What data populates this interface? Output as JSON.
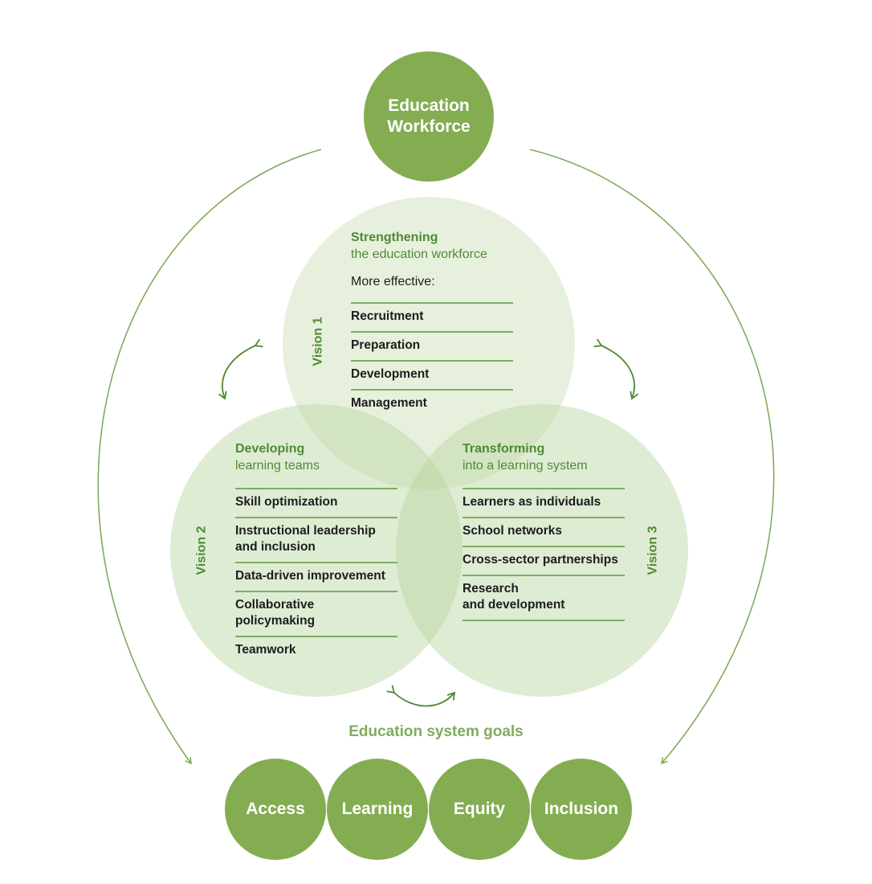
{
  "top_node": {
    "line1": "Education",
    "line2": "Workforce"
  },
  "vision1": {
    "label": "Vision 1",
    "title_bold": "Strengthening",
    "title_rest": "the education workforce",
    "intro": "More effective:",
    "items": [
      "Recruitment",
      "Preparation",
      "Development",
      "Management"
    ]
  },
  "vision2": {
    "label": "Vision 2",
    "title_bold": "Developing",
    "title_rest": "learning teams",
    "items": [
      [
        "Skill optimization"
      ],
      [
        "Instructional leadership",
        "and inclusion"
      ],
      [
        "Data-driven improvement"
      ],
      [
        "Collaborative",
        "policymaking"
      ],
      [
        "Teamwork"
      ]
    ]
  },
  "vision3": {
    "label": "Vision 3",
    "title_bold": "Transforming",
    "title_rest": "into a learning system",
    "items": [
      [
        "Learners as individuals"
      ],
      [
        "School networks"
      ],
      [
        "Cross-sector partnerships"
      ],
      [
        "Research",
        "and development"
      ]
    ]
  },
  "goals_title": "Education system goals",
  "goals": [
    "Access",
    "Learning",
    "Equity",
    "Inclusion"
  ],
  "colors": {
    "primary_green": "#84ad52",
    "dark_green": "#4f8a34",
    "light_green": "#7fac5f",
    "circle_fill": "#b9d59f"
  }
}
